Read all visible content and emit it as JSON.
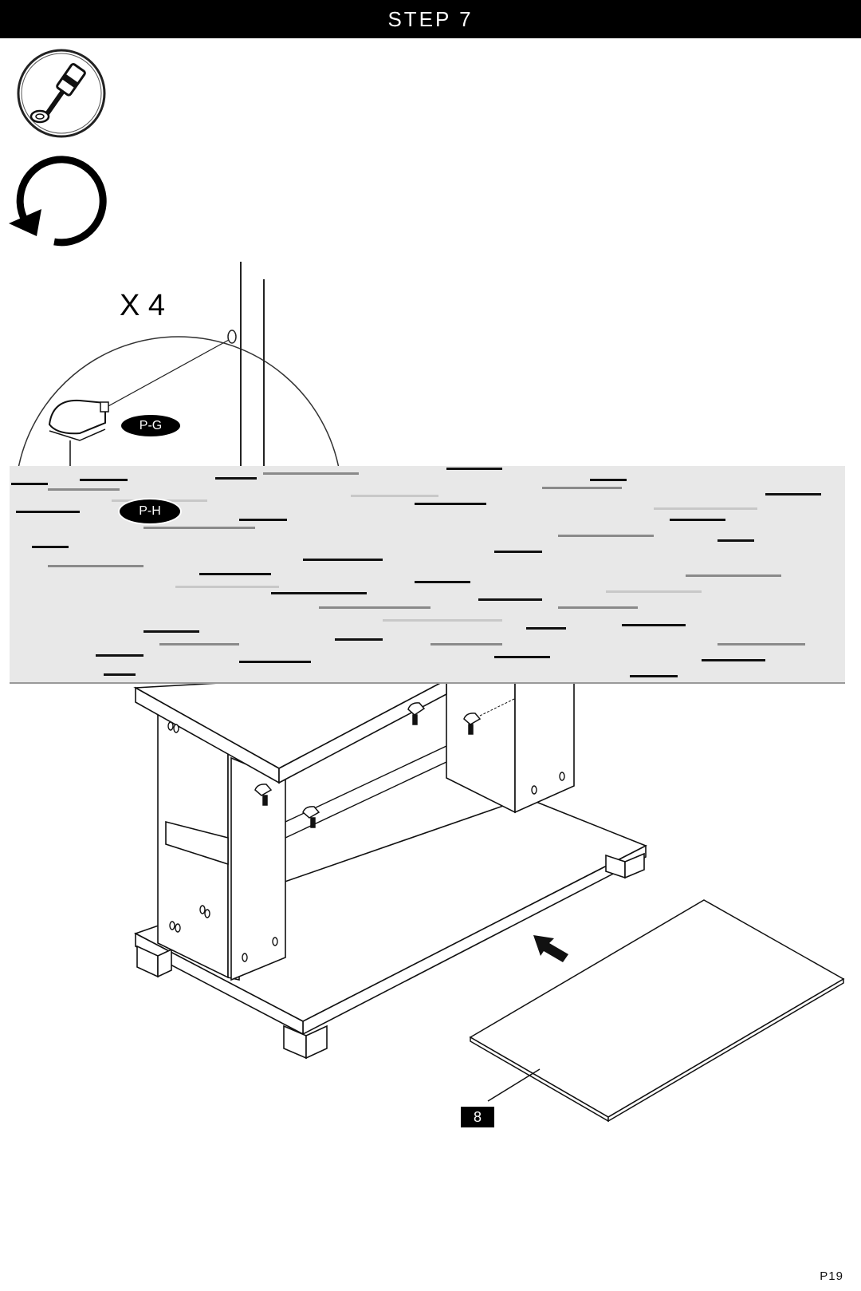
{
  "header": {
    "title": "STEP 7"
  },
  "icons": {
    "tool": "screwdriver-icon",
    "rotate": "rotate-counterclockwise-icon"
  },
  "detail": {
    "quantity": "X 4",
    "part_g": "P-G",
    "part_h": "P-H"
  },
  "panel": {
    "label": "8"
  },
  "footer": {
    "page": "P19"
  }
}
